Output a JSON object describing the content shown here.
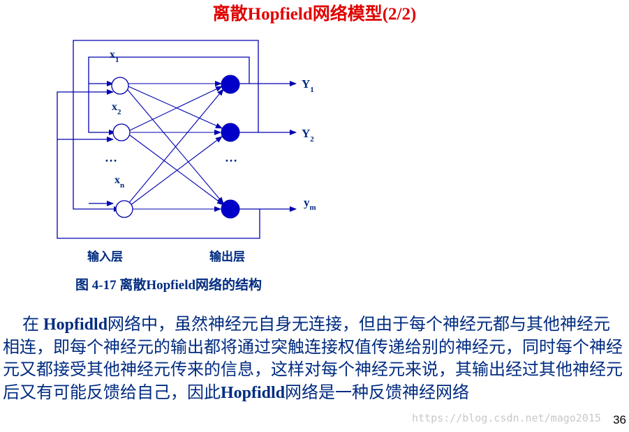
{
  "slide": {
    "title": "离散Hopfield网络模型(2/2)",
    "page_number": "36"
  },
  "diagram": {
    "input_labels": [
      {
        "base": "x",
        "sub": "1"
      },
      {
        "base": "x",
        "sub": "2"
      },
      {
        "base": "x",
        "sub": "n"
      }
    ],
    "input_ellipsis": "…",
    "output_ellipsis": "…",
    "output_labels": [
      {
        "base": "Y",
        "sub": "1"
      },
      {
        "base": "Y",
        "sub": "2"
      },
      {
        "base": "y",
        "sub": "m"
      }
    ],
    "input_layer_label": "输入层",
    "output_layer_label": "输出层",
    "colors": {
      "line": "#0000b0",
      "output_node_fill": "#0000c8",
      "input_node_fill": "#ffffff",
      "text": "#002b80",
      "title": "#e00000"
    }
  },
  "caption": "图 4-17 离散Hopfield网络的结构",
  "paragraph": {
    "lead": "在 ",
    "term": "Hopfidld",
    "middle": "网络中，虽然神经元自身无连接，但由于每个神经元都与其他神经元相连，即每个神经元的输出都将通过突触连接权值传递给别的神经元，同时每个神经元又都接受其他神经元传来的信息，这样对每个神经元来说，其输出经过其他神经元后又有可能反馈给自己，因此",
    "term2": "Hopfidld",
    "tail": "网络是一种反馈神经网络"
  },
  "watermark": "https://blog.csdn.net/mago2015"
}
